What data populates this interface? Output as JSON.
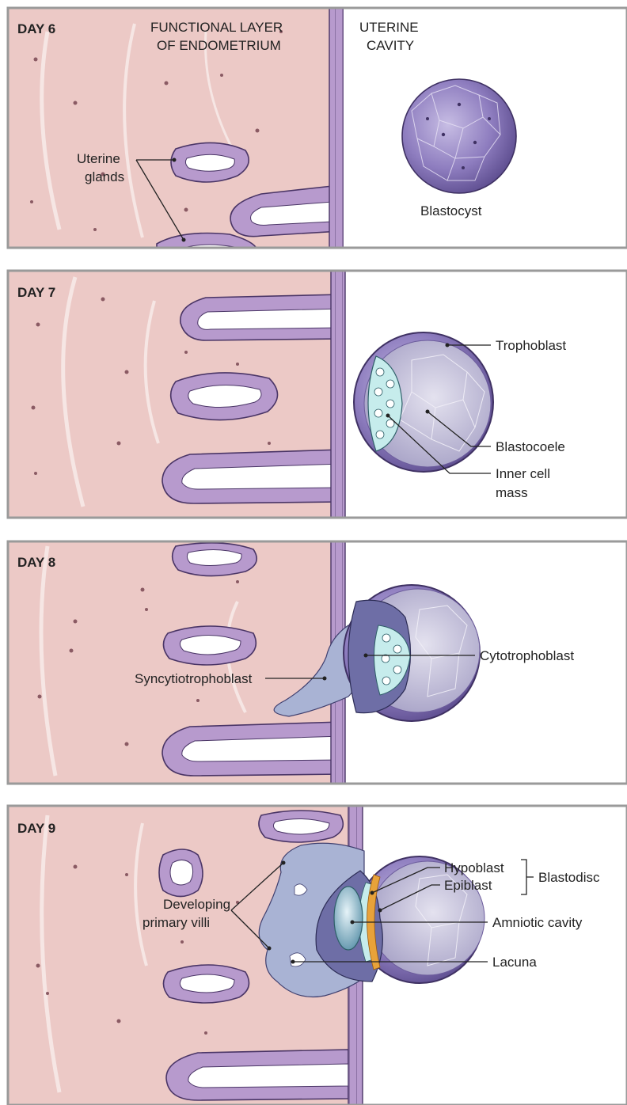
{
  "panels": [
    {
      "day": "DAY 6",
      "labels": {
        "functional_layer": [
          "FUNCTIONAL LAYER",
          "OF ENDOMETRIUM"
        ],
        "uterine_cavity": [
          "UTERINE",
          "CAVITY"
        ],
        "uterine_glands": [
          "Uterine",
          "glands"
        ],
        "blastocyst": "Blastocyst"
      }
    },
    {
      "day": "DAY 7",
      "labels": {
        "trophoblast": "Trophoblast",
        "blastocoele": "Blastocoele",
        "inner_cell_mass": [
          "Inner cell",
          "mass"
        ]
      }
    },
    {
      "day": "DAY 8",
      "labels": {
        "cytotrophoblast": "Cytotrophoblast",
        "syncytiotrophoblast": "Syncytiotrophoblast"
      }
    },
    {
      "day": "DAY 9",
      "labels": {
        "hypoblast": "Hypoblast",
        "epiblast": "Epiblast",
        "blastodisc": "Blastodisc",
        "developing_primary_villi": [
          "Developing",
          "primary villi"
        ],
        "amniotic_cavity": "Amniotic cavity",
        "lacuna": "Lacuna"
      }
    }
  ],
  "colors": {
    "endometrium": "#ecc9c6",
    "epithelium": "#b79acd",
    "epithelium_stroke": "#4a3566",
    "blastocyst": "#8f7fc0",
    "blastocoele": "#c9c7de",
    "inner_cell_mass": "#c6ecec",
    "syncytiotrophoblast": "#a9b3d4",
    "cytotrophoblast": "#6e6ea6",
    "epiblast": "#e8a23a",
    "amniotic_cavity": "#9ec6d6",
    "border": "#9a9a9a"
  }
}
